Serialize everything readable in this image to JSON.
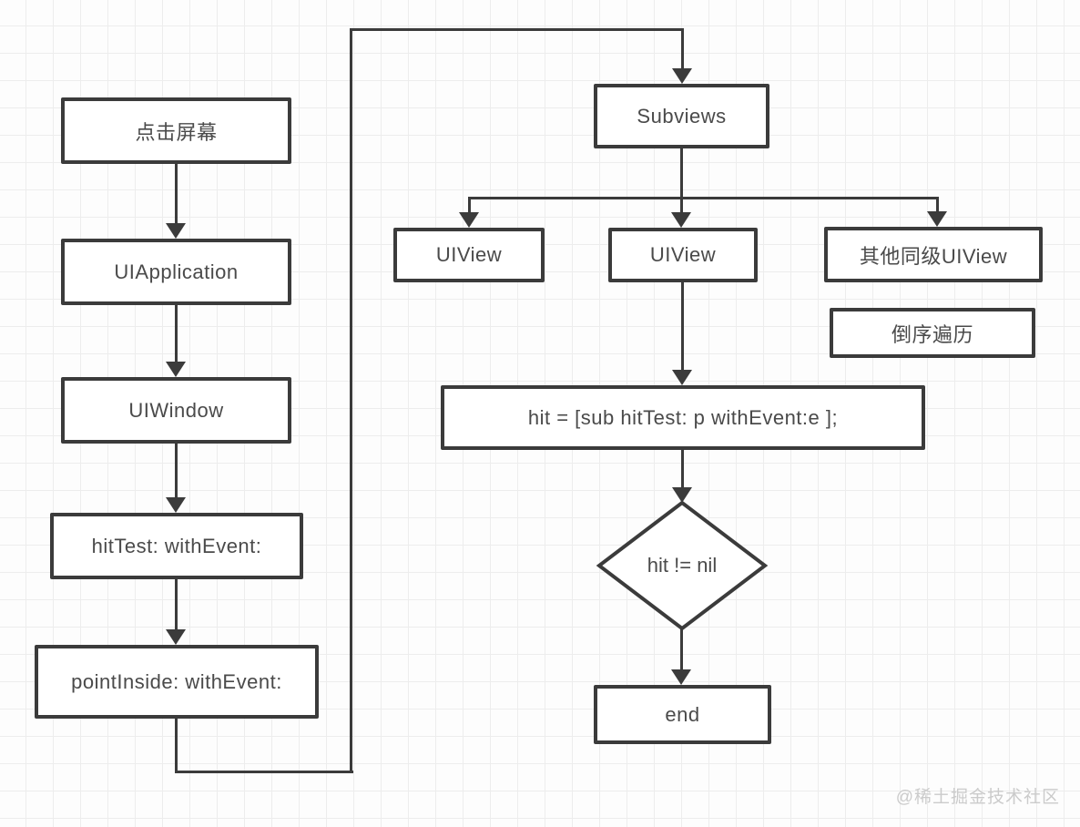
{
  "diagram": {
    "title_hint": "iOS hit-test event delivery flowchart",
    "nodes": {
      "tap_screen": "点击屏幕",
      "uiapplication": "UIApplication",
      "uiwindow": "UIWindow",
      "hittest": "hitTest: withEvent:",
      "pointinside": "pointInside: withEvent:",
      "subviews": "Subviews",
      "uiview_left": "UIView",
      "uiview_middle": "UIView",
      "uiview_siblings": "其他同级UIView",
      "reverse_traversal": "倒序遍历",
      "hit_assignment": "hit = [sub hitTest: p withEvent:e ];",
      "hit_condition": "hit != nil",
      "end": "end"
    },
    "colors": {
      "stroke": "#3b3b3b",
      "text": "#4a4a4a",
      "node_fill": "#ffffff",
      "grid_line": "#ededed",
      "background": "#fdfdfd",
      "watermark": "#cbcbcb"
    },
    "watermark": "@稀土掘金技术社区"
  }
}
